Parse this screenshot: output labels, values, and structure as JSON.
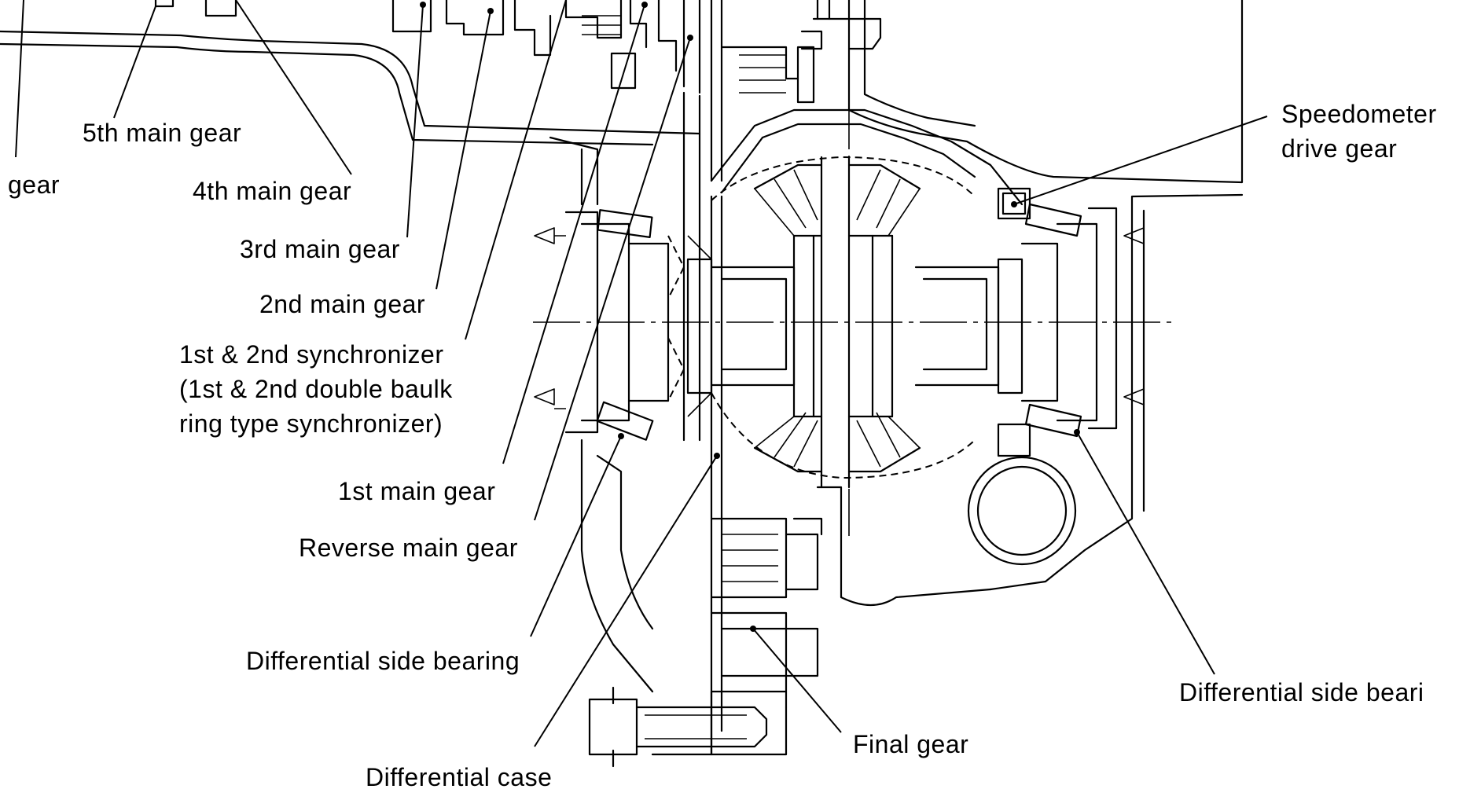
{
  "labels": {
    "gear": "gear",
    "fifth_main_gear": "5th main gear",
    "fourth_main_gear": "4th main gear",
    "third_main_gear": "3rd main gear",
    "second_main_gear": "2nd main gear",
    "synchronizer_line1": "1st & 2nd synchronizer",
    "synchronizer_line2": "(1st & 2nd double baulk",
    "synchronizer_line3": "ring type synchronizer)",
    "first_main_gear": "1st main gear",
    "reverse_main_gear": "Reverse main gear",
    "diff_side_bearing_left": "Differential side bearing",
    "diff_case": "Differential case",
    "final_gear": "Final gear",
    "speedometer_line1": "Speedometer",
    "speedometer_line2": "drive gear",
    "diff_side_bearing_right": "Differential side beari"
  },
  "colors": {
    "ink": "#000000",
    "paper": "#ffffff"
  }
}
